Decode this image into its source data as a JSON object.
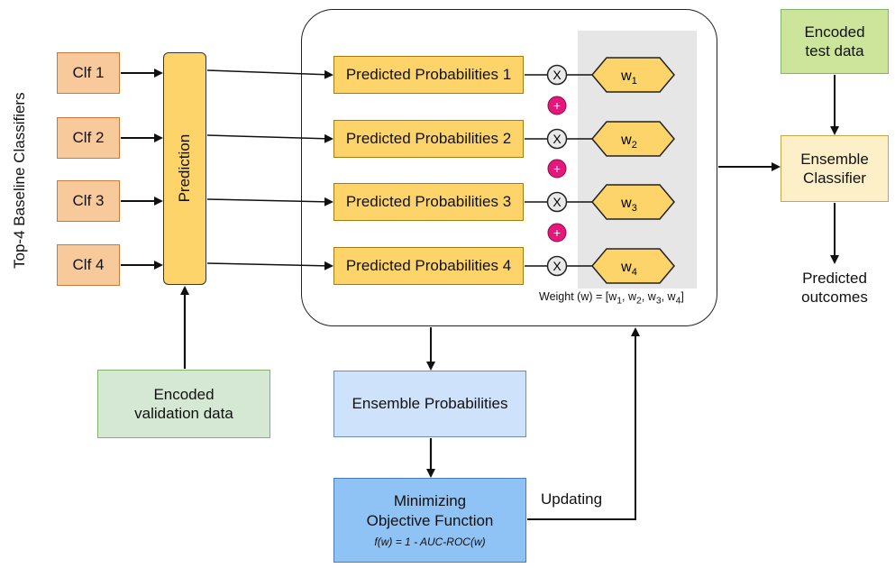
{
  "side_label": "Top-4 Baseline Classifiers",
  "classifiers": [
    "Clf 1",
    "Clf 2",
    "Clf 3",
    "Clf 4"
  ],
  "prediction_label": "Prediction",
  "validation_label": [
    "Encoded",
    "validation data"
  ],
  "predicted_probabilities": [
    "Predicted Probabilities 1",
    "Predicted Probabilities 2",
    "Predicted Probabilities 3",
    "Predicted Probabilities 4"
  ],
  "weights": [
    {
      "base": "w",
      "sub": "1"
    },
    {
      "base": "w",
      "sub": "2"
    },
    {
      "base": "w",
      "sub": "3"
    },
    {
      "base": "w",
      "sub": "4"
    }
  ],
  "multiply_symbol": "X",
  "plus_symbol": "+",
  "weight_vector": {
    "prefix": "Weight (w) = [w",
    "subs": [
      "1",
      "2",
      "3",
      "4"
    ],
    "suffix": "]"
  },
  "ensemble_probabilities_label": "Ensemble Probabilities",
  "objective": {
    "line1": "Minimizing",
    "line2": "Objective Function",
    "formula": "f(w) = 1 - AUC-ROC(w)"
  },
  "updating_label": "Updating",
  "test_data_label": [
    "Encoded",
    "test data"
  ],
  "ensemble_classifier_label": [
    "Ensemble",
    "Classifier"
  ],
  "outcomes_label": [
    "Predicted",
    "outcomes"
  ],
  "colors": {
    "plus": "#e6177a",
    "stroke": "#111111"
  }
}
